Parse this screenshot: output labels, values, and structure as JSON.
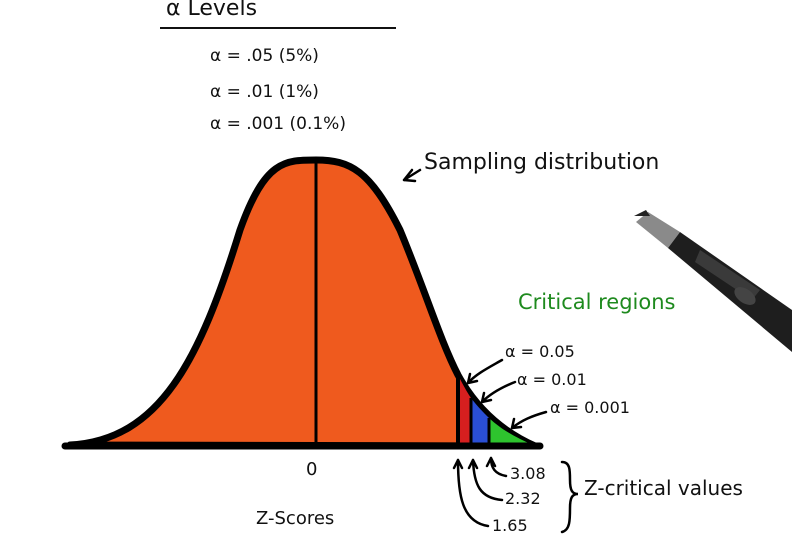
{
  "header": {
    "title": "α Levels"
  },
  "alpha_levels": [
    "α = .05 (5%)",
    "α = .01 (1%)",
    "α = .001 (0.1%)"
  ],
  "curve": {
    "label": "Sampling distribution",
    "fill": "#ef5a1e"
  },
  "critical": {
    "label": "Critical regions",
    "label_color": "#1e8a1e",
    "regions": [
      {
        "label": "α = 0.05",
        "color": "#d61f1f"
      },
      {
        "label": "α = 0.01",
        "color": "#2a4fd6"
      },
      {
        "label": "α = 0.001",
        "color": "#2ec42e"
      }
    ]
  },
  "axis": {
    "zero_label": "0",
    "label": "Z-Scores"
  },
  "z_critical": {
    "values": [
      "3.08",
      "2.32",
      "1.65"
    ],
    "label": "Z-critical values"
  }
}
